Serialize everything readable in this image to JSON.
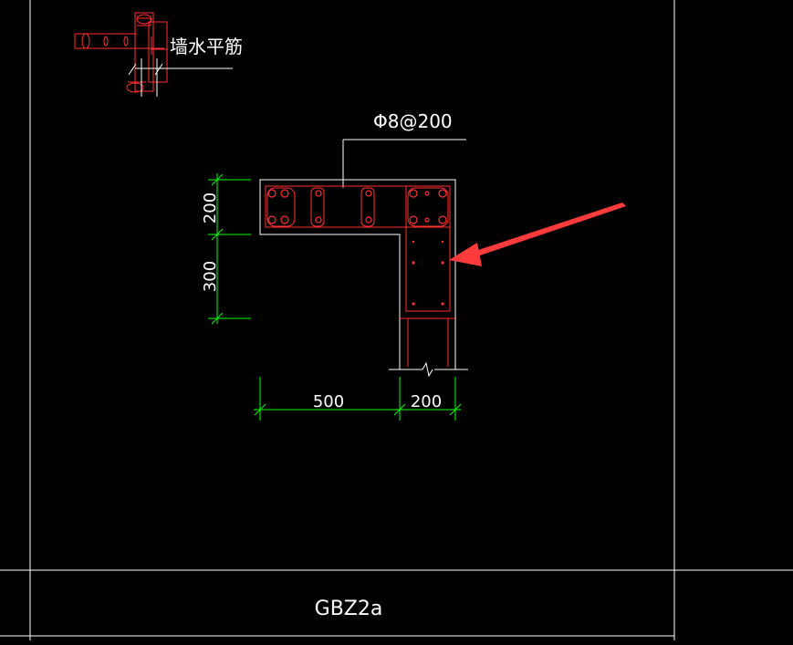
{
  "drawing": {
    "legend_label": "墙水平筋",
    "stirrup_spec": "Φ8@200",
    "dimensions": {
      "vertical_top": "200",
      "vertical_bottom": "300",
      "horizontal_left": "500",
      "horizontal_right": "200"
    },
    "title": "GBZ2a"
  },
  "colors": {
    "background": "#000000",
    "outline": "#ffffff",
    "rebar": "#ff3030",
    "dimension": "#00ff00",
    "arrow": "#ff3b3b"
  }
}
